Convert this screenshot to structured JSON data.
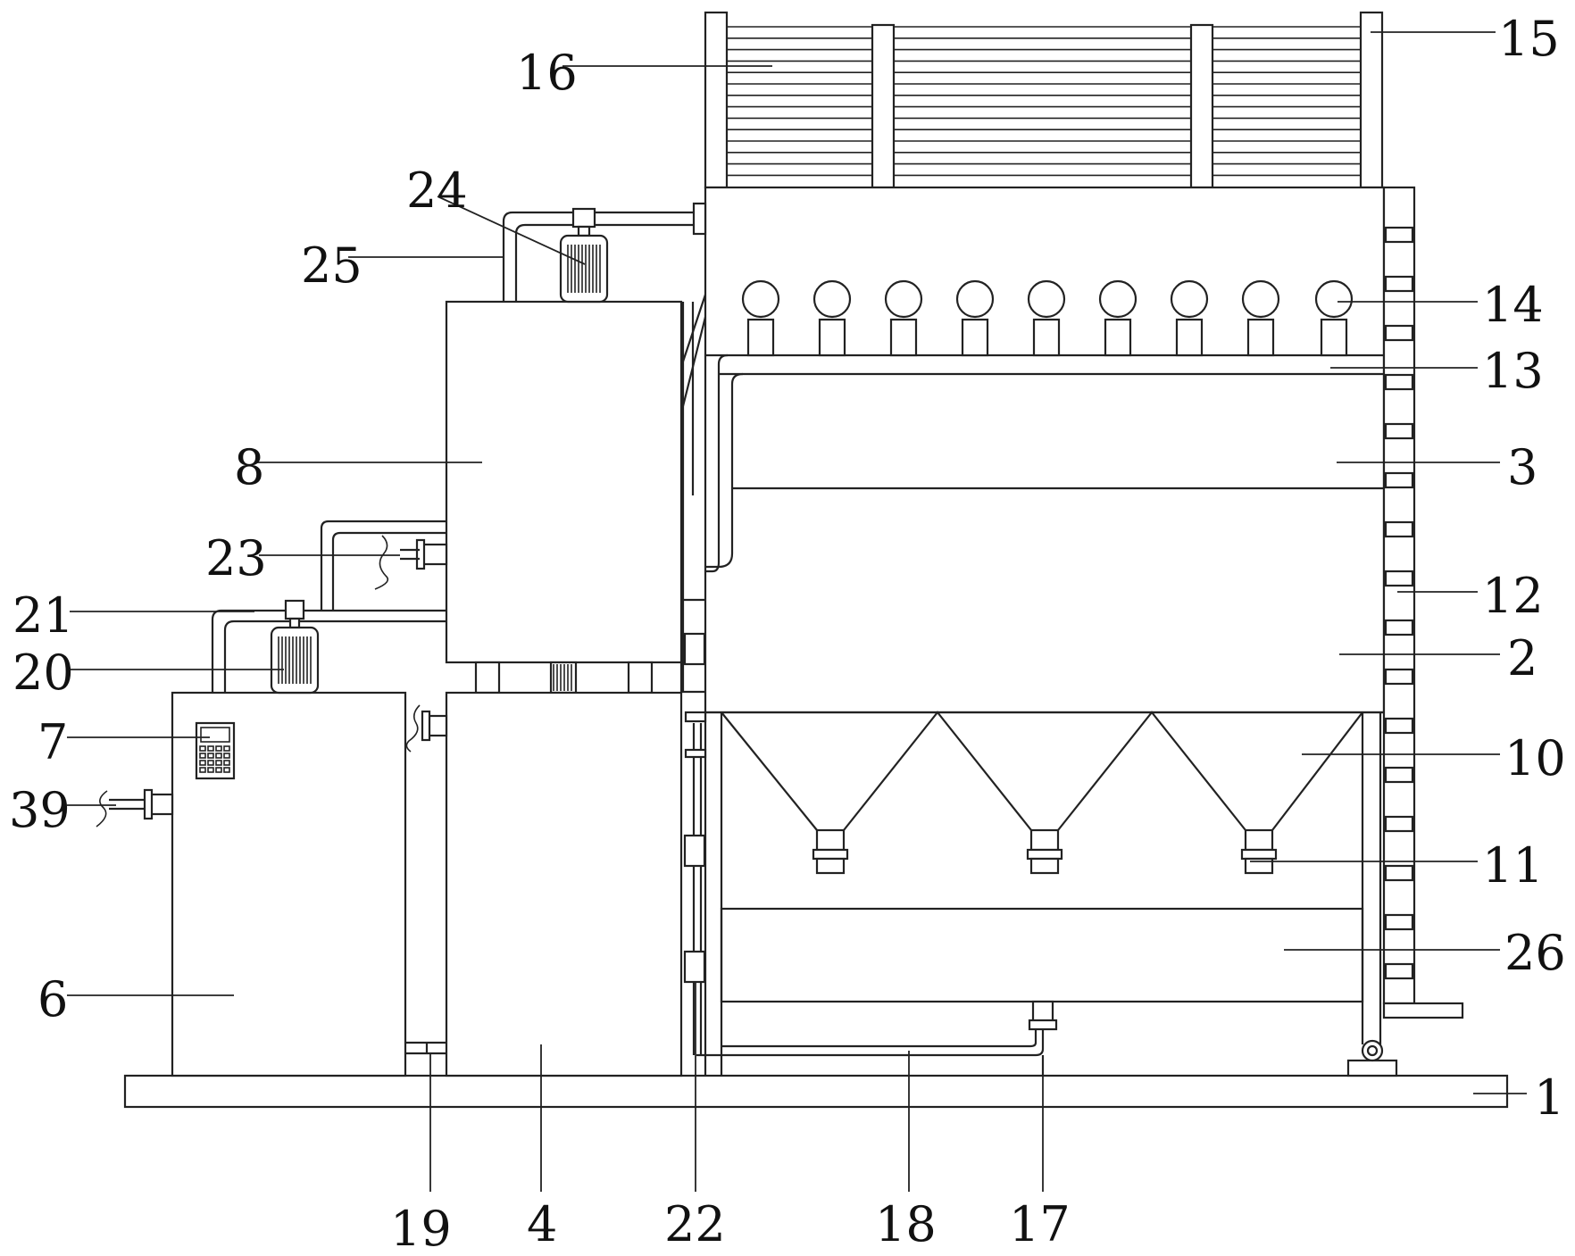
{
  "labels": {
    "l1": "1",
    "l2": "2",
    "l3": "3",
    "l4": "4",
    "l6": "6",
    "l7": "7",
    "l8": "8",
    "l10": "10",
    "l11": "11",
    "l12": "12",
    "l13": "13",
    "l14": "14",
    "l15": "15",
    "l16": "16",
    "l17": "17",
    "l18": "18",
    "l19": "19",
    "l20": "20",
    "l21": "21",
    "l22": "22",
    "l23": "23",
    "l24": "24",
    "l25": "25",
    "l26": "26",
    "l39": "39"
  }
}
